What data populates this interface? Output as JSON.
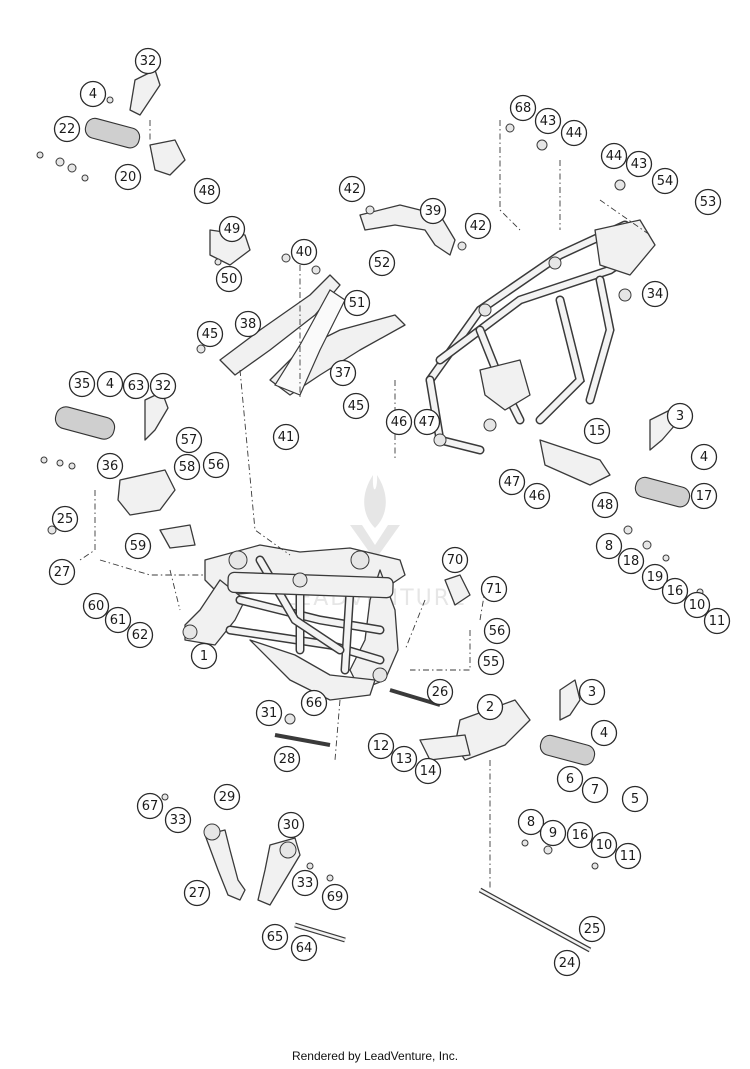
{
  "footer": {
    "credit": "Rendered by LeadVenture, Inc."
  },
  "watermark": {
    "text": "LEADVENTURE"
  },
  "callouts": {
    "c1": "1",
    "c2": "2",
    "c3a": "3",
    "c3b": "3",
    "c4a": "4",
    "c4b": "4",
    "c4c": "4",
    "c4d": "4",
    "c5": "5",
    "c6": "6",
    "c7": "7",
    "c8a": "8",
    "c8b": "8",
    "c9": "9",
    "c10a": "10",
    "c10b": "10",
    "c11a": "11",
    "c11b": "11",
    "c12": "12",
    "c13": "13",
    "c14": "14",
    "c15": "15",
    "c16a": "16",
    "c16b": "16",
    "c17": "17",
    "c18": "18",
    "c19": "19",
    "c20": "20",
    "c22": "22",
    "c24": "24",
    "c25a": "25",
    "c25b": "25",
    "c26": "26",
    "c27a": "27",
    "c27b": "27",
    "c28": "28",
    "c29": "29",
    "c30": "30",
    "c31": "31",
    "c32a": "32",
    "c32b": "32",
    "c33a": "33",
    "c33b": "33",
    "c34": "34",
    "c35": "35",
    "c36": "36",
    "c37": "37",
    "c38": "38",
    "c39": "39",
    "c40": "40",
    "c41": "41",
    "c42a": "42",
    "c42b": "42",
    "c43a": "43",
    "c43b": "43",
    "c44a": "44",
    "c44b": "44",
    "c45a": "45",
    "c45b": "45",
    "c46a": "46",
    "c46b": "46",
    "c47a": "47",
    "c47b": "47",
    "c48a": "48",
    "c48b": "48",
    "c49": "49",
    "c50": "50",
    "c51": "51",
    "c52": "52",
    "c53": "53",
    "c54": "54",
    "c55": "55",
    "c56a": "56",
    "c56b": "56",
    "c57": "57",
    "c58": "58",
    "c59": "59",
    "c60": "60",
    "c61": "61",
    "c62": "62",
    "c63": "63",
    "c64": "64",
    "c65": "65",
    "c66": "66",
    "c67": "67",
    "c68": "68",
    "c69": "69",
    "c70": "70",
    "c71": "71"
  }
}
